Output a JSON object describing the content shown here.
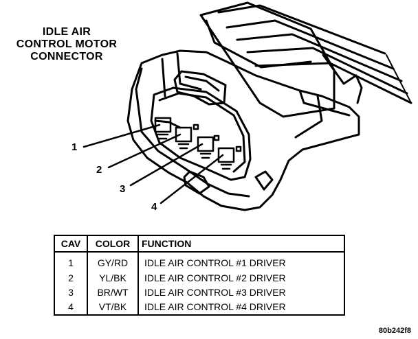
{
  "title_lines": [
    "IDLE AIR",
    "CONTROL MOTOR",
    "CONNECTOR"
  ],
  "callouts": [
    "1",
    "2",
    "3",
    "4"
  ],
  "table": {
    "headers": [
      "CAV",
      "COLOR",
      "FUNCTION"
    ],
    "rows": [
      {
        "cav": "1",
        "color": "GY/RD",
        "function": "IDLE AIR CONTROL #1 DRIVER"
      },
      {
        "cav": "2",
        "color": "YL/BK",
        "function": "IDLE AIR CONTROL #2 DRIVER"
      },
      {
        "cav": "3",
        "color": "BR/WT",
        "function": "IDLE AIR CONTROL #3 DRIVER"
      },
      {
        "cav": "4",
        "color": "VT/BK",
        "function": "IDLE AIR CONTROL #4 DRIVER"
      }
    ]
  },
  "figure_code": "80b242f8"
}
